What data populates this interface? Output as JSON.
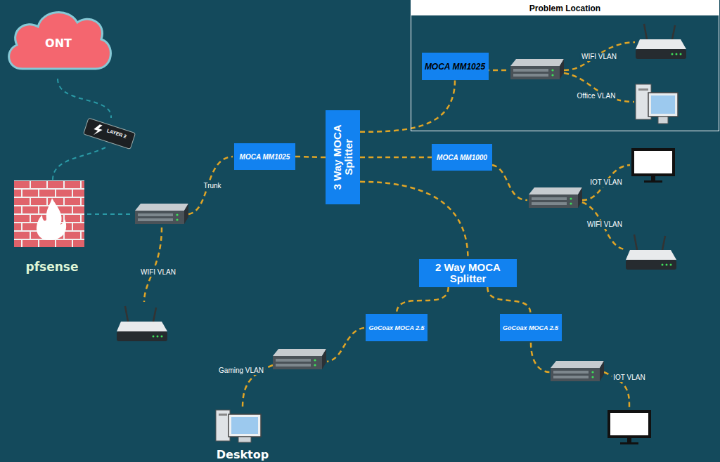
{
  "diagram": {
    "nodes": [
      {
        "text": [
          "Problem Location"
        ]
      },
      {
        "text": [
          "MOCA MM1025"
        ],
        "in": 0
      },
      {
        "text": [
          "ONT"
        ]
      },
      {
        "text": [
          "3 Way MOCA Splitter"
        ]
      },
      {
        "text": [
          "MOCA MM1025"
        ]
      },
      {
        "text": [
          "MOCA MM1000"
        ]
      },
      {
        "text": [
          "pfsense"
        ]
      },
      {
        "text": [
          "2 Way MOCA Splitter"
        ]
      },
      {
        "text": [
          "GoCoax MOCA 2.5"
        ]
      },
      {
        "text": [
          "GoCoax MOCA 2.5"
        ]
      },
      {
        "text": [
          "Desktop"
        ]
      }
    ],
    "edges": [
      {
        "from": 4,
        "to": 3,
        "arrow": "none"
      },
      {
        "from": 3,
        "to": 5,
        "arrow": "none"
      },
      {
        "from": 3,
        "to": 1,
        "arrow": "none"
      },
      {
        "from": 3,
        "to": 7,
        "arrow": "none"
      },
      {
        "from": 7,
        "to": 8,
        "arrow": "none"
      },
      {
        "from": 7,
        "to": 9,
        "arrow": "none"
      }
    ],
    "labels": [
      "WIFI VLAN",
      "Office VLAN",
      "LAYER 2",
      "IOT VLAN",
      "Trunk",
      "WIFI VLAN",
      "WIFI VLAN",
      "Gaming VLAN",
      "IOT VLAN"
    ]
  }
}
